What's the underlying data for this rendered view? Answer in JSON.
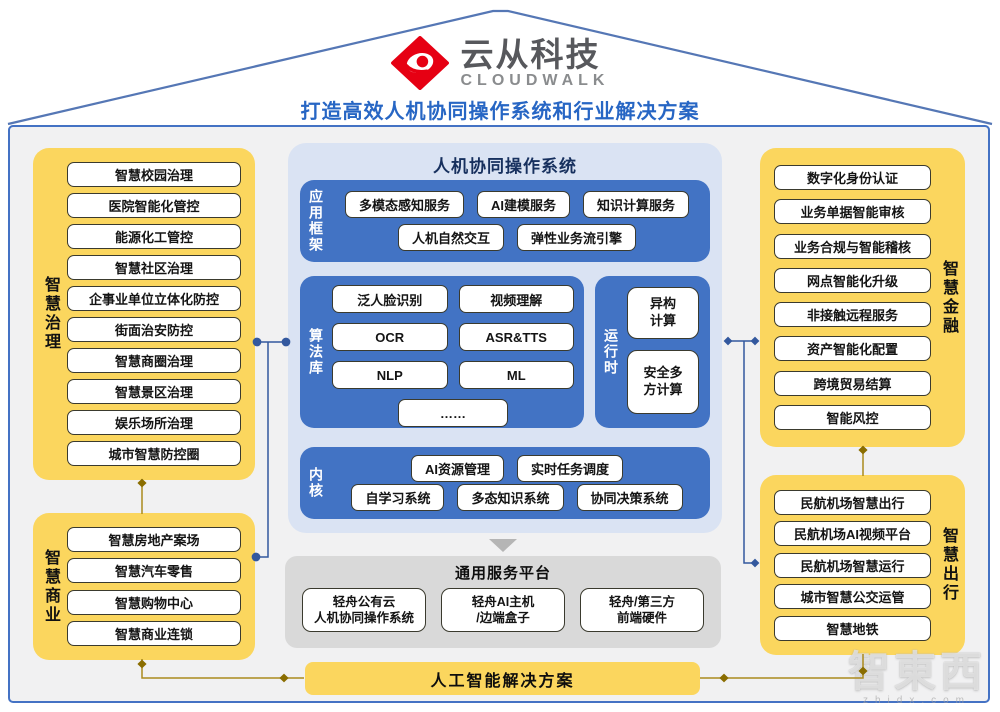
{
  "header": {
    "brand_cn": "云从科技",
    "brand_en": "CLOUDWALK",
    "tagline": "打造高效人机协同操作系统和行业解决方案"
  },
  "left": {
    "governance": {
      "label": "智慧治理",
      "items": [
        "智慧校园治理",
        "医院智能化管控",
        "能源化工管控",
        "智慧社区治理",
        "企事业单位立体化防控",
        "街面治安防控",
        "智慧商圈治理",
        "智慧景区治理",
        "娱乐场所治理",
        "城市智慧防控圈"
      ]
    },
    "commerce": {
      "label": "智慧商业",
      "items": [
        "智慧房地产案场",
        "智慧汽车零售",
        "智慧购物中心",
        "智慧商业连锁"
      ]
    }
  },
  "center": {
    "title": "人机协同操作系统",
    "app_framework": {
      "label": "应用框架",
      "row1": [
        "多模态感知服务",
        "AI建模服务",
        "知识计算服务"
      ],
      "row2": [
        "人机自然交互",
        "弹性业务流引擎"
      ]
    },
    "algorithms": {
      "label": "算法库",
      "items": [
        "泛人脸识别",
        "视频理解",
        "OCR",
        "ASR&TTS",
        "NLP",
        "ML"
      ],
      "more": "……"
    },
    "runtime": {
      "label": "运行时",
      "items": [
        "异构\n计算",
        "安全多\n方计算"
      ]
    },
    "kernel": {
      "label": "内核",
      "row1": [
        "AI资源管理",
        "实时任务调度"
      ],
      "row2": [
        "自学习系统",
        "多态知识系统",
        "协同决策系统"
      ]
    },
    "platform": {
      "title": "通用服务平台",
      "items": [
        "轻舟公有云\n人机协同操作系统",
        "轻舟AI主机\n/边端盒子",
        "轻舟/第三方\n前端硬件"
      ]
    }
  },
  "right": {
    "finance": {
      "label": "智慧金融",
      "items": [
        "数字化身份认证",
        "业务单据智能审核",
        "业务合规与智能稽核",
        "网点智能化升级",
        "非接触远程服务",
        "资产智能化配置",
        "跨境贸易结算",
        "智能风控"
      ]
    },
    "travel": {
      "label": "智慧出行",
      "items": [
        "民航机场智慧出行",
        "民航机场AI视频平台",
        "民航机场智慧运行",
        "城市智慧公交运管",
        "智慧地铁"
      ]
    }
  },
  "bottom_bar": {
    "label": "人工智能解决方案"
  },
  "watermark": {
    "cn": "智東西",
    "en": "zhidx.com"
  },
  "colors": {
    "accent_blue": "#4472C4",
    "panel_yellow": "#FBD65E",
    "light_blue": "#DAE3F3",
    "navy_text": "#17305E",
    "tagline_blue": "#2766C4",
    "logo_red": "#E60013",
    "gray_panel": "#D9D9D9"
  }
}
